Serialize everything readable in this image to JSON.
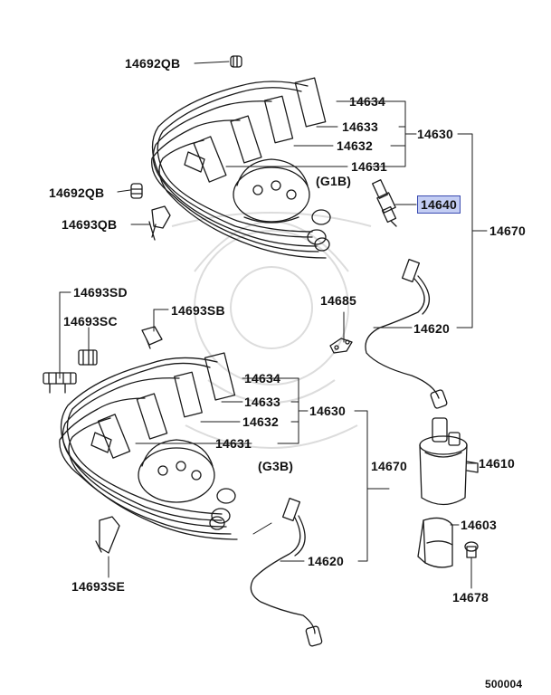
{
  "labels": {
    "p14692qb_a": "14692QB",
    "p14634_a": "14634",
    "p14633_a": "14633",
    "p14632_a": "14632",
    "p14631_a": "14631",
    "p14630_a": "14630",
    "g1b": "(G1B)",
    "p14692qb_b": "14692QB",
    "p14693qb": "14693QB",
    "p14640": "14640",
    "p14670_a": "14670",
    "p14693sd": "14693SD",
    "p14685": "14685",
    "p14693sc": "14693SC",
    "p14693sb": "14693SB",
    "p14620_a": "14620",
    "p14634_b": "14634",
    "p14633_b": "14633",
    "p14632_b": "14632",
    "p14631_b": "14631",
    "p14630_b": "14630",
    "g3b": "(G3B)",
    "p14670_b": "14670",
    "p14610": "14610",
    "p14603": "14603",
    "p14620_b": "14620",
    "p14693se": "14693SE",
    "p14678": "14678",
    "diagram_no": "500004"
  },
  "colors": {
    "line": "#1a1a1a",
    "highlight_fill": "#c3cdf3",
    "highlight_border": "#3a4bb0",
    "watermark": "#d9d9d9"
  }
}
